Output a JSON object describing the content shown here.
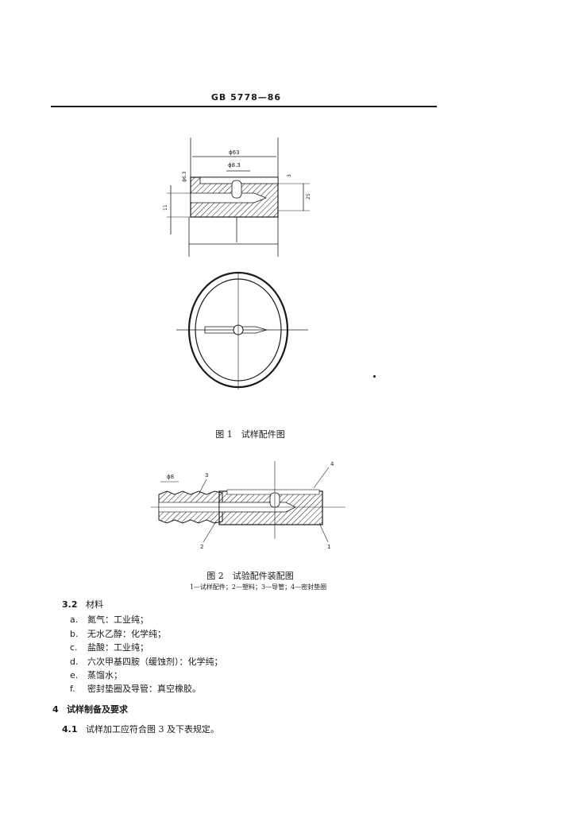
{
  "header": {
    "standard_no": "GB 5778—86"
  },
  "figure1": {
    "dims": {
      "d63": "ϕ63",
      "d8_3": "ϕ8.3",
      "d6_3": "ϕ6.3",
      "t3": "3",
      "h25": "25",
      "h11": "11"
    },
    "caption": "图 1　试样配件图"
  },
  "figure2": {
    "labels": {
      "d8": "ϕ8",
      "n1": "1",
      "n2": "2",
      "n3": "3",
      "n4": "4"
    },
    "caption": "图 2　试验配件装配图",
    "legend": "1—试样配件；2—塑料；3—导管；4—密封垫圈"
  },
  "section_3_2": {
    "number": "3.2",
    "title": "材料",
    "items": [
      {
        "label": "a.",
        "text": "氮气：工业纯；"
      },
      {
        "label": "b.",
        "text": "无水乙醇：化学纯；"
      },
      {
        "label": "c.",
        "text": "盐酸：工业纯；"
      },
      {
        "label": "d.",
        "text": "六次甲基四胺（缓蚀剂）：化学纯；"
      },
      {
        "label": "e.",
        "text": "蒸馏水；"
      },
      {
        "label": "f.",
        "text": "密封垫圈及导管：真空橡胶。"
      }
    ]
  },
  "section_4": {
    "number": "4",
    "title": "试样制备及要求"
  },
  "section_4_1": {
    "number": "4.1",
    "text": "试样加工应符合图 3 及下表规定。"
  }
}
